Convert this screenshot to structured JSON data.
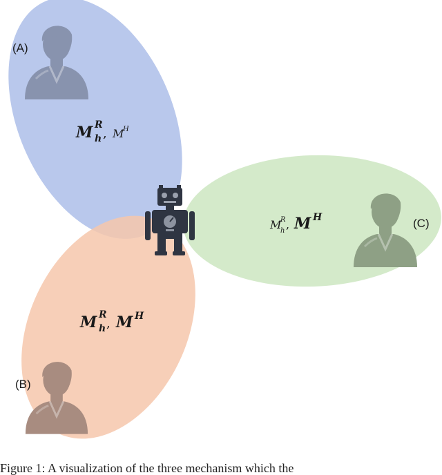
{
  "labels": {
    "a": "(A)",
    "b": "(B)",
    "c": "(C)"
  },
  "math": {
    "a": {
      "m_base": "M",
      "r_sup": "R",
      "h_sub": "h",
      "comma": ",",
      "m2_base": "M",
      "h2_sup": "H"
    },
    "b": {
      "m_base": "M",
      "r_sup": "R",
      "h_sub": "h",
      "comma": ",",
      "m2_base": "M",
      "h2_sup": "H"
    },
    "c": {
      "m_base": "M",
      "r_sup": "R",
      "h_sub": "h",
      "comma": ",",
      "m2_base": "M",
      "h2_sup": "H"
    }
  },
  "caption": "Figure 1: A visualization of the three mechanism which the",
  "colors": {
    "ellipse_a": "#b3c3ea",
    "ellipse_b": "#f6c7ac",
    "ellipse_c": "#cde6c1",
    "robot": "#2f3542",
    "person_a": "#8893ae",
    "person_b": "#a88c80",
    "person_c": "#8ea085"
  },
  "icons": {
    "robot": "robot-icon",
    "person": "person-icon"
  }
}
